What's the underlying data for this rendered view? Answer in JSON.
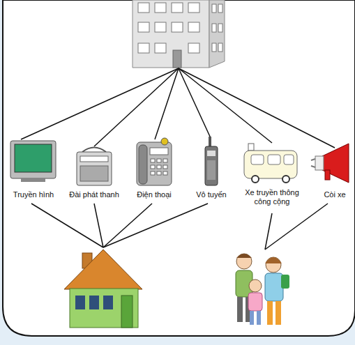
{
  "diagram": {
    "nodes": [
      {
        "text": [
          "Truyền hình"
        ]
      },
      {
        "text": [
          "Đài phát thanh"
        ]
      },
      {
        "text": [
          "Điện thoại"
        ]
      },
      {
        "text": [
          "Vô tuyến"
        ]
      },
      {
        "text": [
          "Xe truyền thông công cộng"
        ]
      },
      {
        "text": [
          "Còi xe"
        ]
      }
    ]
  }
}
